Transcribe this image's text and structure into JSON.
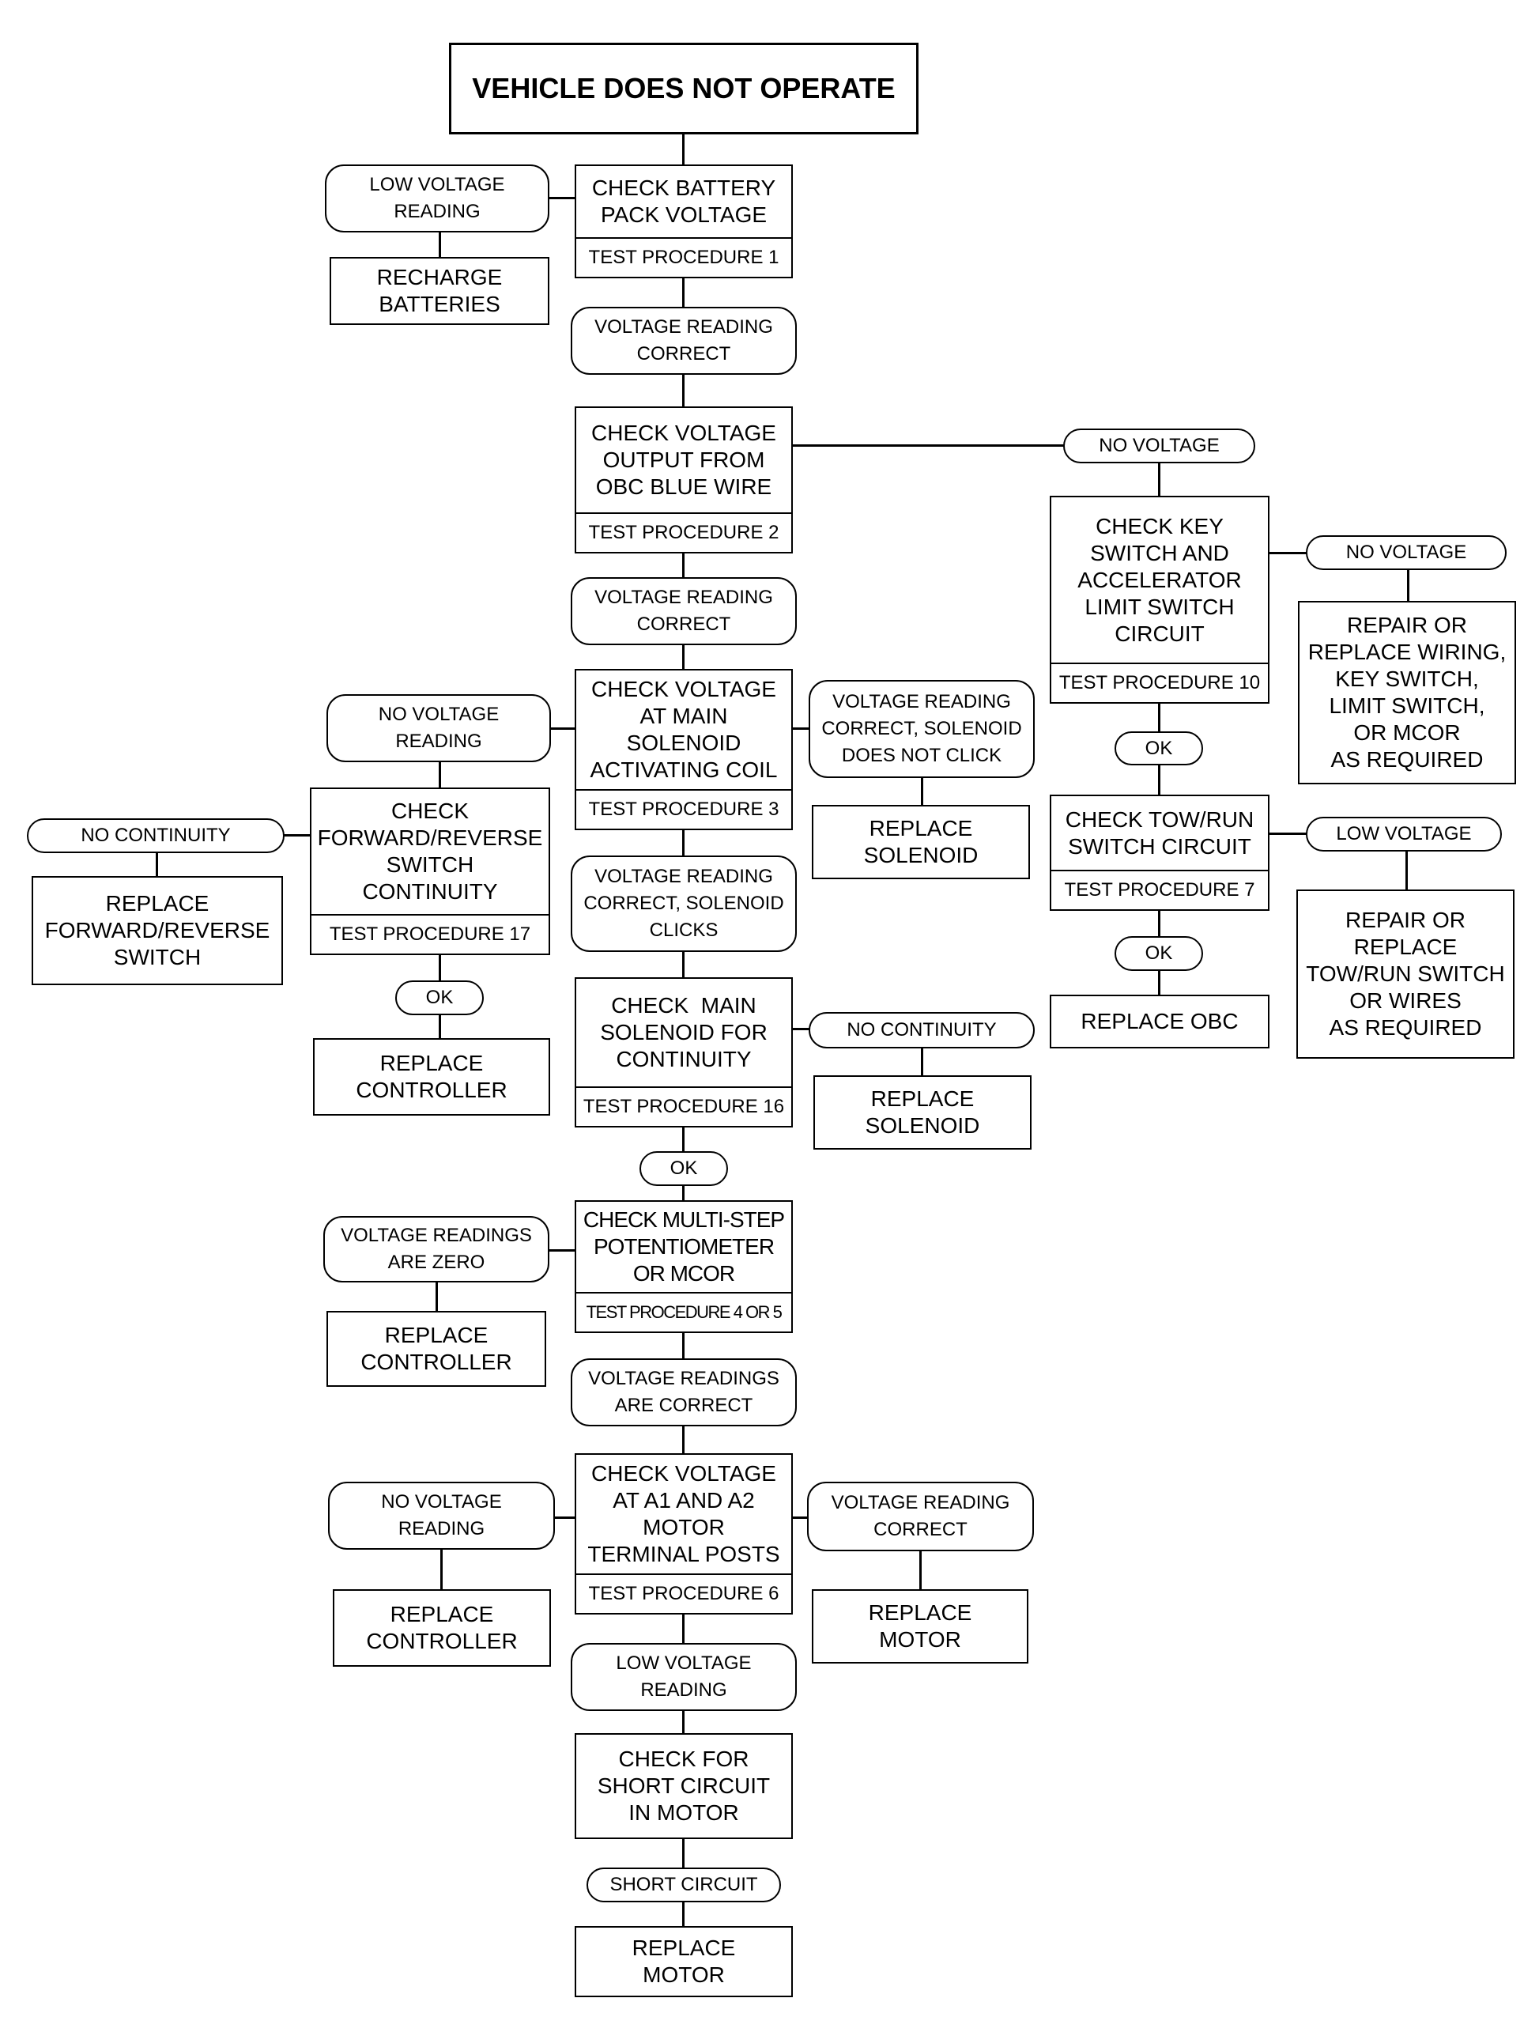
{
  "title": "VEHICLE DOES NOT OPERATE",
  "nodes": {
    "check_battery": {
      "lines": [
        "CHECK BATTERY",
        "PACK VOLTAGE"
      ],
      "test": "TEST PROCEDURE 1"
    },
    "low_voltage_reading_1": {
      "lines": [
        "LOW VOLTAGE",
        "READING"
      ]
    },
    "recharge_batteries": {
      "lines": [
        "RECHARGE",
        "BATTERIES"
      ]
    },
    "voltage_reading_correct_1": {
      "lines": [
        "VOLTAGE READING",
        "CORRECT"
      ]
    },
    "check_obc_output": {
      "lines": [
        "CHECK VOLTAGE",
        "OUTPUT FROM",
        "OBC BLUE WIRE"
      ],
      "test": "TEST PROCEDURE 2"
    },
    "no_voltage_1": {
      "lines": [
        "NO VOLTAGE"
      ]
    },
    "check_key_switch": {
      "lines": [
        "CHECK KEY",
        "SWITCH AND",
        "ACCELERATOR",
        "LIMIT SWITCH",
        "CIRCUIT"
      ],
      "test": "TEST PROCEDURE 10"
    },
    "no_voltage_2": {
      "lines": [
        "NO VOLTAGE"
      ]
    },
    "repair_wiring": {
      "lines": [
        "REPAIR OR",
        "REPLACE WIRING,",
        "KEY SWITCH,",
        "LIMIT SWITCH,",
        "OR MCOR",
        "AS REQUIRED"
      ]
    },
    "ok_key": {
      "lines": [
        "OK"
      ]
    },
    "check_tow_run": {
      "lines": [
        "CHECK TOW/RUN",
        "SWITCH CIRCUIT"
      ],
      "test": "TEST PROCEDURE 7"
    },
    "low_voltage_tow": {
      "lines": [
        "LOW VOLTAGE"
      ]
    },
    "repair_tow_run": {
      "lines": [
        "REPAIR OR",
        "REPLACE",
        "TOW/RUN SWITCH",
        "OR WIRES",
        "AS REQUIRED"
      ]
    },
    "ok_tow": {
      "lines": [
        "OK"
      ]
    },
    "replace_obc": {
      "lines": [
        "REPLACE OBC"
      ]
    },
    "voltage_reading_correct_2": {
      "lines": [
        "VOLTAGE READING",
        "CORRECT"
      ]
    },
    "check_main_solenoid_coil": {
      "lines": [
        "CHECK VOLTAGE",
        "AT MAIN",
        "SOLENOID",
        "ACTIVATING COIL"
      ],
      "test": "TEST PROCEDURE 3"
    },
    "no_voltage_reading_sol": {
      "lines": [
        "NO VOLTAGE",
        "READING"
      ]
    },
    "check_fwd_rev": {
      "lines": [
        "CHECK",
        "FORWARD/REVERSE",
        "SWITCH",
        "CONTINUITY"
      ],
      "test": "TEST PROCEDURE 17"
    },
    "no_continuity_fr": {
      "lines": [
        "NO CONTINUITY"
      ]
    },
    "replace_fwd_rev": {
      "lines": [
        "REPLACE",
        "FORWARD/REVERSE",
        "SWITCH"
      ]
    },
    "ok_fr": {
      "lines": [
        "OK"
      ]
    },
    "replace_controller_1": {
      "lines": [
        "REPLACE",
        "CONTROLLER"
      ]
    },
    "voltage_no_click": {
      "lines": [
        "VOLTAGE READING",
        "CORRECT, SOLENOID",
        "DOES NOT CLICK"
      ]
    },
    "replace_solenoid_1": {
      "lines": [
        "REPLACE",
        "SOLENOID"
      ]
    },
    "voltage_clicks": {
      "lines": [
        "VOLTAGE READING",
        "CORRECT, SOLENOID",
        "CLICKS"
      ]
    },
    "check_main_solenoid_cont": {
      "lines": [
        "CHECK  MAIN",
        "SOLENOID FOR",
        "CONTINUITY"
      ],
      "test": "TEST PROCEDURE 16"
    },
    "no_continuity_sol": {
      "lines": [
        "NO CONTINUITY"
      ]
    },
    "replace_solenoid_2": {
      "lines": [
        "REPLACE",
        "SOLENOID"
      ]
    },
    "ok_sol": {
      "lines": [
        "OK"
      ]
    },
    "check_multistep": {
      "lines": [
        "CHECK MULTI-STEP",
        "POTENTIOMETER",
        "OR MCOR"
      ],
      "test": "TEST PROCEDURE 4 OR 5"
    },
    "voltage_zero": {
      "lines": [
        "VOLTAGE READINGS",
        "ARE ZERO"
      ]
    },
    "replace_controller_2": {
      "lines": [
        "REPLACE",
        "CONTROLLER"
      ]
    },
    "voltages_correct": {
      "lines": [
        "VOLTAGE READINGS",
        "ARE CORRECT"
      ]
    },
    "check_motor_posts": {
      "lines": [
        "CHECK VOLTAGE",
        "AT A1 AND A2",
        "MOTOR",
        "TERMINAL POSTS"
      ],
      "test": "TEST PROCEDURE 6"
    },
    "no_voltage_reading_motor": {
      "lines": [
        "NO VOLTAGE",
        "READING"
      ]
    },
    "replace_controller_3": {
      "lines": [
        "REPLACE",
        "CONTROLLER"
      ]
    },
    "voltage_reading_correct_motor": {
      "lines": [
        "VOLTAGE READING",
        "CORRECT"
      ]
    },
    "replace_motor_1": {
      "lines": [
        "REPLACE",
        "MOTOR"
      ]
    },
    "low_voltage_reading_motor": {
      "lines": [
        "LOW VOLTAGE",
        "READING"
      ]
    },
    "check_short": {
      "lines": [
        "CHECK FOR",
        "SHORT CIRCUIT",
        "IN MOTOR"
      ]
    },
    "short_circuit": {
      "lines": [
        "SHORT CIRCUIT"
      ]
    },
    "replace_motor_2": {
      "lines": [
        "REPLACE",
        "MOTOR"
      ]
    }
  }
}
